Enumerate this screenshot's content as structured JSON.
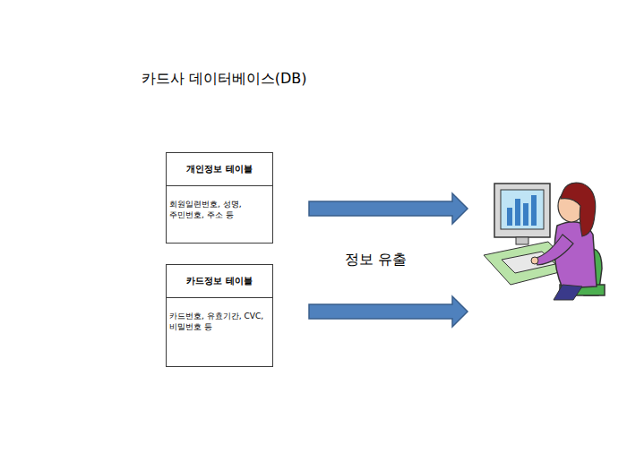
{
  "diagram": {
    "nodes": [
      {
        "text": [
          "카드사 데이터베이스(DB)"
        ]
      },
      {
        "text": [
          "개인정보 테이블",
          "회원일련번호, 성명, 주민번호, 주소 등"
        ],
        "in": 0
      },
      {
        "text": [
          "카드정보 테이블",
          "카드번호, 유효기간, CVC, 비밀번호 등"
        ],
        "in": 0
      }
    ],
    "labels": [
      "정보 유출"
    ]
  }
}
